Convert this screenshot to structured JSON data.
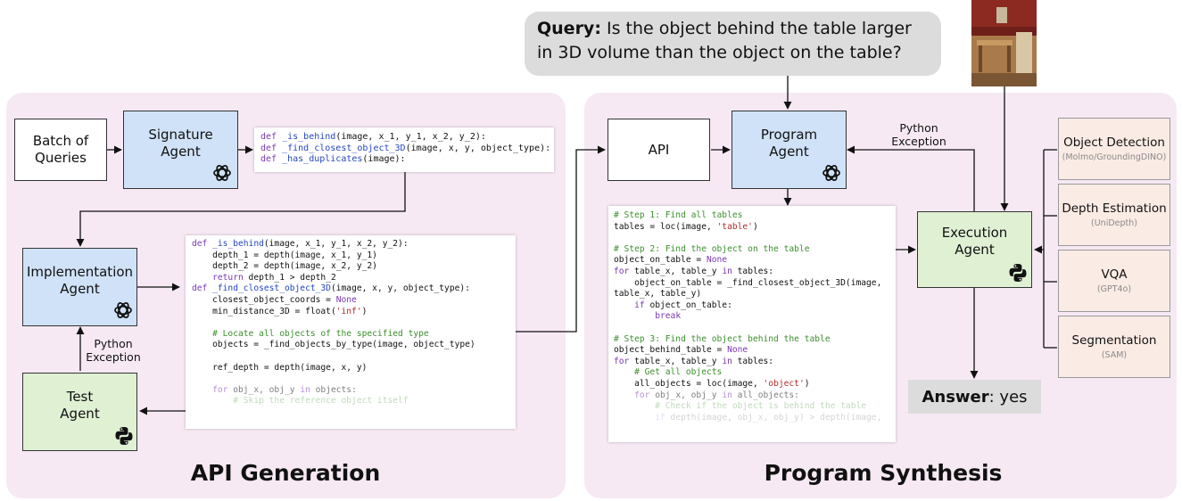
{
  "api_generation": {
    "title": "API Generation",
    "batch_box": "Batch of Queries",
    "signature_agent": "Signature Agent",
    "implementation_agent": "Implementation Agent",
    "test_agent": "Test Agent",
    "python_exception": "Python Exception",
    "signature_code": [
      [
        [
          "def ",
          "kw"
        ],
        [
          "_is_behind",
          "fn"
        ],
        [
          "(image, x_1, y_1, x_2, y_2):",
          ""
        ]
      ],
      [
        [
          "def ",
          "kw"
        ],
        [
          "_find_closest_object_3D",
          "fn"
        ],
        [
          "(image, x, y, object_type):",
          ""
        ]
      ],
      [
        [
          "def ",
          "kw"
        ],
        [
          "_has_duplicates",
          "fn"
        ],
        [
          "(image):",
          ""
        ]
      ]
    ],
    "impl_code": [
      [
        [
          "def ",
          "kw"
        ],
        [
          "_is_behind",
          "fn"
        ],
        [
          "(image, x_1, y_1, x_2, y_2):",
          ""
        ]
      ],
      [
        [
          "    depth_1 = depth(image, x_1, y_1)",
          ""
        ]
      ],
      [
        [
          "    depth_2 = depth(image, x_2, y_2)",
          ""
        ]
      ],
      [
        [
          "    ",
          ""
        ],
        [
          "return ",
          "kw"
        ],
        [
          "depth_1 > depth_2",
          ""
        ]
      ],
      [
        [
          "def ",
          "kw"
        ],
        [
          "_find_closest_object_3D",
          "fn"
        ],
        [
          "(image, x, y, object_type):",
          ""
        ]
      ],
      [
        [
          "    closest_object_coords = ",
          ""
        ],
        [
          "None",
          "kw"
        ]
      ],
      [
        [
          "    min_distance_3D = float(",
          ""
        ],
        [
          "'inf'",
          "st"
        ],
        [
          ")",
          ""
        ]
      ],
      [
        [
          "",
          ""
        ]
      ],
      [
        [
          "    # Locate all objects of the specified type",
          "cm"
        ]
      ],
      [
        [
          "    objects = _find_objects_by_type(image, object_type)",
          ""
        ]
      ],
      [
        [
          "",
          ""
        ]
      ],
      [
        [
          "    ref_depth = depth(image, x, y)",
          ""
        ]
      ],
      [
        [
          "",
          ""
        ]
      ],
      [
        [
          "    ",
          ""
        ],
        [
          "for ",
          "kw"
        ],
        [
          "obj_x, obj_y ",
          ""
        ],
        [
          "in ",
          "kw"
        ],
        [
          "objects:",
          ""
        ]
      ],
      [
        [
          "        # Skip the reference object itself",
          "cm"
        ]
      ]
    ]
  },
  "program_synthesis": {
    "title": "Program Synthesis",
    "query_label": "Query:",
    "query_text": " Is the object behind the table larger in 3D volume than the object on the table?",
    "api_box": "API",
    "program_agent": "Program Agent",
    "execution_agent": "Execution Agent",
    "python_exception": "Python Exception",
    "answer_label": "Answer",
    "answer_value": " : yes",
    "tools": [
      {
        "name": "Object Detection",
        "sub": "(Molmo/GroundingDINO)"
      },
      {
        "name": "Depth Estimation",
        "sub": "(UniDepth)"
      },
      {
        "name": "VQA",
        "sub": "(GPT4o)"
      },
      {
        "name": "Segmentation",
        "sub": "(SAM)"
      }
    ],
    "program_code": [
      [
        [
          "# Step 1: Find all tables",
          "cm"
        ]
      ],
      [
        [
          "tables = loc(image, ",
          ""
        ],
        [
          "'table'",
          "st"
        ],
        [
          ")",
          ""
        ]
      ],
      [
        [
          "",
          ""
        ]
      ],
      [
        [
          "# Step 2: Find the object on the table",
          "cm"
        ]
      ],
      [
        [
          "object_on_table = ",
          ""
        ],
        [
          "None",
          "kw"
        ]
      ],
      [
        [
          "for ",
          "kw"
        ],
        [
          "table_x, table_y ",
          ""
        ],
        [
          "in ",
          "kw"
        ],
        [
          "tables:",
          ""
        ]
      ],
      [
        [
          "    object_on_table = _find_closest_object_3D(image,",
          ""
        ]
      ],
      [
        [
          "table_x, table_y)",
          ""
        ]
      ],
      [
        [
          "    ",
          ""
        ],
        [
          "if ",
          "kw"
        ],
        [
          "object_on_table:",
          ""
        ]
      ],
      [
        [
          "        ",
          ""
        ],
        [
          "break",
          "kw"
        ]
      ],
      [
        [
          "",
          ""
        ]
      ],
      [
        [
          "# Step 3: Find the object behind the table",
          "cm"
        ]
      ],
      [
        [
          "object_behind_table = ",
          ""
        ],
        [
          "None",
          "kw"
        ]
      ],
      [
        [
          "for ",
          "kw"
        ],
        [
          "table_x, table_y ",
          ""
        ],
        [
          "in ",
          "kw"
        ],
        [
          "tables:",
          ""
        ]
      ],
      [
        [
          "    # Get all objects",
          "cm"
        ]
      ],
      [
        [
          "    all_objects = loc(image, ",
          ""
        ],
        [
          "'object'",
          "st"
        ],
        [
          ")",
          ""
        ]
      ],
      [
        [
          "    ",
          ""
        ],
        [
          "for ",
          "kw"
        ],
        [
          "obj_x, obj_y ",
          ""
        ],
        [
          "in ",
          "kw"
        ],
        [
          "all_objects:",
          ""
        ]
      ],
      [
        [
          "        # Check if the object is behind the table",
          "cm"
        ]
      ],
      [
        [
          "        ",
          ""
        ],
        [
          "if ",
          "kw"
        ],
        [
          "depth(image, obj_x, obj_y) > depth(image,",
          ""
        ]
      ]
    ]
  }
}
